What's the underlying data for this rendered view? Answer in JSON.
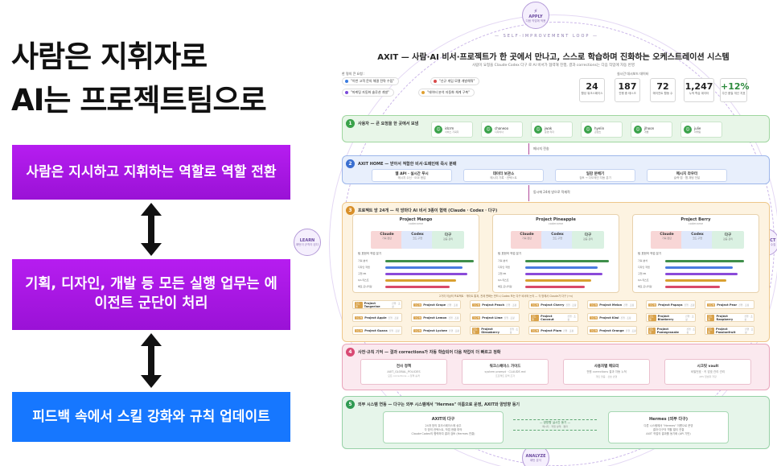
{
  "left": {
    "headline_line1": "사람은 지휘자로",
    "headline_line2": "AI는 프로젝트팀으로",
    "box1": "사람은 지시하고 지휘하는 역할로 역할 전환",
    "box2": "기획, 디자인, 개발 등 모든 실행 업무는 에이전트 군단이 처리",
    "box3": "피드백 속에서 스킬 강화와 규칙 업데이트"
  },
  "diagram": {
    "loop_label": "— SELF-IMPROVEMENT LOOP —",
    "title": "AXIT — 사람·AI 비서·프로젝트가 한 곳에서 만나고, 스스로 학습하며 진화하는 오케스트레이션 시스템",
    "subtitle": "사람이 요청을 Claude·Codex 다구 로 AI 비서가 협력해 진행, 결과 corrections는 다음 작업에 자동 반영",
    "nodes": {
      "apply": {
        "icon": "⚡",
        "label": "APPLY",
        "sub": "다음 작업에 적용"
      },
      "learn": {
        "label": "LEARN",
        "sub": "패턴이 규칙이 된다"
      },
      "collect": {
        "label": "COLLECT",
        "sub": "결과·피드백 수집"
      },
      "analyze": {
        "label": "ANALYZE",
        "sub": "패턴 분석"
      }
    },
    "pills_title": "한 명의 큰 요청 :",
    "pills": [
      {
        "text": "\"이번 고객 문의 해결 전략 수립\"",
        "color": "#3a7be0"
      },
      {
        "text": "\"신규 게임 모델 개발해줘\"",
        "color": "#d94a4a"
      },
      {
        "text": "\"마케팅 자동화 솔루션 개발\"",
        "color": "#7a4ad9"
      },
      {
        "text": "\"데이터 분석 자동화 체계 구축\"",
        "color": "#e0a030"
      }
    ],
    "metrics_title": "실시간 대시보드 데이터",
    "metrics": [
      {
        "value": "24",
        "label": "활성 워크스페이스"
      },
      {
        "value": "187",
        "label": "진행 중 태스크"
      },
      {
        "value": "72",
        "label": "에이전트 활동 수"
      },
      {
        "value": "1,247",
        "label": "누적 학습 데이터"
      },
      {
        "value": "+12%",
        "label": "주간 품질 개선 지표"
      }
    ],
    "section1": {
      "num": "1",
      "title": "사용자 — 큰 요청을 한 곳에서 보냄",
      "users": [
        {
          "name": "idcrm",
          "role": "서비스 기획자"
        },
        {
          "name": "chaneoo",
          "role": "디자이너"
        },
        {
          "name": "jwak",
          "role": "운영 리더"
        },
        {
          "name": "hyelin",
          "role": "콘텐츠"
        },
        {
          "name": "jlhoon",
          "role": "개발"
        },
        {
          "name": "julie",
          "role": "마케팅"
        }
      ]
    },
    "flow1": "메시지 전송",
    "section2": {
      "num": "2",
      "title": "AXIT HOME — 받아서 적합한 비서·도메인에 즉시 분배",
      "cards": [
        {
          "title": "웹 API · 실시간 푸시",
          "sub": "메시지 수신 · SSE 응답"
        },
        {
          "title": "데이터 보관소",
          "sub": "메시지 기록 · 컨텍스트"
        },
        {
          "title": "일감 분배기",
          "sub": "검토 → 다도메인 자동 분기"
        },
        {
          "title": "메시지 라우터",
          "sub": "슬랙·앱 · 웹 채팅 전달"
        }
      ]
    },
    "flow2": "동시에 24개 방으로 적재적",
    "section3": {
      "num": "3",
      "title": "프로젝트 방 24개 — 각 방마다 AI 비서 3종이 협력 (Claude · Codex · 다구)",
      "projects": [
        {
          "name": "Project Mango",
          "code": "codename"
        },
        {
          "name": "Project Pineapple",
          "code": "codename"
        },
        {
          "name": "Project Berry",
          "code": "codename"
        }
      ],
      "agents": [
        {
          "name": "Claude",
          "sub": "기획·판단",
          "color": "#f8d6d6"
        },
        {
          "name": "Codex",
          "sub": "코드·구현",
          "color": "#dfe8fb"
        },
        {
          "name": "다구",
          "sub": "검증·관리",
          "color": "#daf1e2"
        }
      ],
      "bars_label": "팀 표현의 작업 분기",
      "bar_labels": [
        "기획 분석",
        "디자인 작업",
        "구현 PR",
        "QA·테스트",
        "배포·모니터링"
      ],
      "bar_colors": [
        "#3e8f4a",
        "#4a7be0",
        "#8a4ad9",
        "#d9a030",
        "#d94a6a"
      ],
      "wide_note": "2가지 이상의 프로젝트 · 게이트 통과, 관계 변화는 반드시 Codex 또는 다구 비서와 논의 — 각 방에서 Claude가 다구 (+n)",
      "mini_projects": [
        "Project Tangerine",
        "Project Grape",
        "Project Peach",
        "Project Cherry",
        "Project Melon",
        "Project Papaya",
        "Project Pear",
        "Project Apple",
        "Project Lemon",
        "Project Lime",
        "Project Coconut",
        "Project Kiwi",
        "Project Blueberry",
        "Project Raspberry",
        "Project Guava",
        "Project Lychee",
        "Project Strawberry",
        "Project Plum",
        "Project Orange",
        "Project Pomegranate",
        "Project Passionfruit"
      ],
      "mini_badge": "코드명",
      "mini_sub": "진행 · 조정"
    },
    "section4": {
      "num": "4",
      "title": "사전·규칙 기억 — 결과 corrections가 자동 학습되어 다음 작업이 더 빠르고 정확",
      "cards": [
        {
          "t1": "전사 정책",
          "t2": "AXIT_GLOBAL_POLICIES",
          "t3": "모든 corrections → 정책 승격"
        },
        {
          "t1": "워크스페이스 가이드",
          "t2": "system prompt · CLAUDE.md",
          "t3": "프로젝트 문맥 조각"
        },
        {
          "t1": "사용자별 메모리",
          "t2": "전원 corrections 결과 자동 누적",
          "t3": "개인 맞춤 · 선호 반영"
        },
        {
          "t1": "시크릿 vault",
          "t2": "비밀번호 · 키 암호 관리 관리",
          "t3": "AES 암호화 저장"
        }
      ]
    },
    "section5": {
      "num": "5",
      "title": "외부 시스템 연동 — 다구는 외부 시스템에서 \"Hermes\" 이름으로 운영, AXIT와 양방향 동기",
      "left_card": {
        "title": "AXIT의 다구",
        "l1": "24개 방의 워크스페이스에 상주",
        "l2": "각 방의 컨텍스트, 작업 현황 파악",
        "l3": "Claude·Codex의 협력하여 결과 검토 (Hermes 연결)"
      },
      "link": {
        "l1": "— 양방향 실시간 동기 —",
        "l2": "메시지 · 작업 상태 · 결과"
      },
      "right_card": {
        "title": "Hermes (외부 다구)",
        "l1": "다른 시스템에서 \"Hermes\" 이름으로 운영",
        "l2": "결과·다구의 역할 멀티 연결",
        "l3": "AXIT 작업의 결과를 동기화 (API 기반)"
      }
    }
  }
}
